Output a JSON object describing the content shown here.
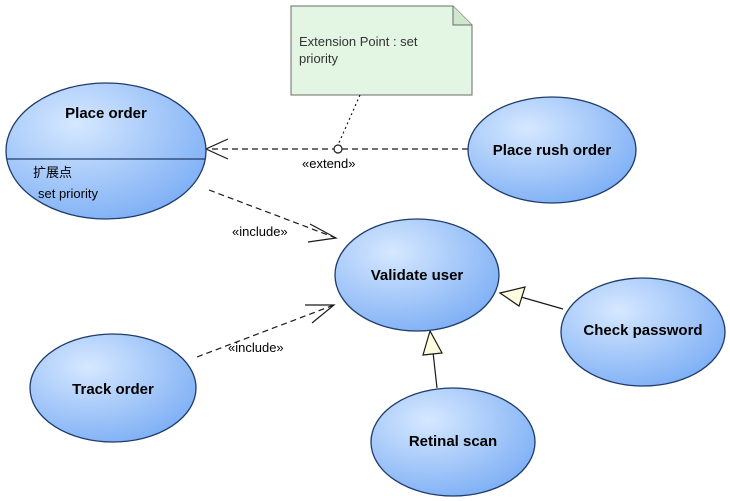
{
  "colors": {
    "usecase_fill_light": "#cfe3ff",
    "usecase_fill_dark": "#7fb0f5",
    "usecase_stroke": "#1f3c6b",
    "note_fill": "#e3f5e3",
    "note_stroke": "#6b6b6b",
    "line": "#1a1a1a",
    "generalization_head_fill": "#ffffe0"
  },
  "note": {
    "line1": "Extension Point : set",
    "line2": "priority"
  },
  "use_cases": {
    "place_order": {
      "name": "Place order",
      "ext_heading": "扩展点",
      "ext_point": "set priority"
    },
    "place_rush_order": {
      "name": "Place rush order"
    },
    "validate_user": {
      "name": "Validate user"
    },
    "check_password": {
      "name": "Check password"
    },
    "track_order": {
      "name": "Track order"
    },
    "retinal_scan": {
      "name": "Retinal scan"
    }
  },
  "relations": {
    "extend_label": "«extend»",
    "include_label_1": "«include»",
    "include_label_2": "«include»"
  }
}
